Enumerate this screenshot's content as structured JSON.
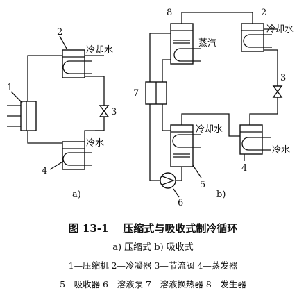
{
  "diagram": {
    "left": {
      "labels": {
        "compressor": "1",
        "condenser": "2",
        "valve": "3",
        "evaporator": "4"
      },
      "cooling_water": "冷却水",
      "cold_water": "冷水",
      "panel_label": "a)"
    },
    "right": {
      "labels": {
        "generator": "8",
        "condenser": "2",
        "valve": "3",
        "heat_exchanger": "7",
        "evaporator": "4",
        "absorber": "5",
        "pump": "6"
      },
      "steam": "蒸汽",
      "cooling_water_condenser": "冷却水",
      "cooling_water_absorber": "冷却水",
      "cold_water": "冷水",
      "panel_label": "b)"
    }
  },
  "caption": {
    "figure_number": "图 13-1",
    "title": "压缩式与吸收式制冷循环",
    "subtitle": "a) 压缩式   b) 吸收式",
    "legend_line1": "1—压缩机  2—冷凝器  3—节流阀  4—蒸发器",
    "legend_line2": "5—吸收器  6—溶液泵  7—溶液换热器  8—发生器"
  }
}
